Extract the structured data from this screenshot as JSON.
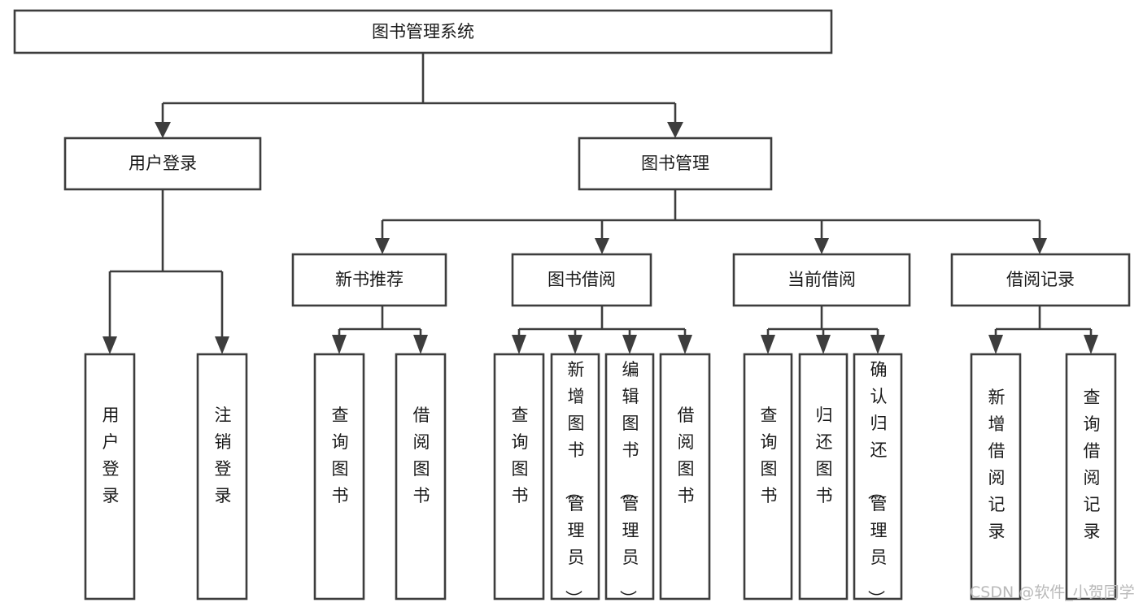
{
  "diagram": {
    "title": "图书管理系统",
    "type": "tree-hierarchy-chart",
    "colors": {
      "stroke": "#3d3d3d",
      "fill": "#ffffff",
      "text": "#1a1a1a",
      "watermark": "#b9b9b9"
    },
    "root": {
      "label": "图书管理系统"
    },
    "level2": [
      {
        "label": "用户登录"
      },
      {
        "label": "图书管理"
      }
    ],
    "level3": [
      {
        "label": "新书推荐"
      },
      {
        "label": "图书借阅"
      },
      {
        "label": "当前借阅"
      },
      {
        "label": "借阅记录"
      }
    ],
    "leaves_user_login": [
      {
        "label": "用户登录"
      },
      {
        "label": "注销登录"
      }
    ],
    "leaves_new_books": [
      {
        "label": "查询图书"
      },
      {
        "label": "借阅图书"
      }
    ],
    "leaves_borrow": [
      {
        "label": "查询图书"
      },
      {
        "label": "新增图书（管理员）"
      },
      {
        "label": "编辑图书（管理员）"
      },
      {
        "label": "借阅图书"
      }
    ],
    "leaves_current": [
      {
        "label": "查询图书"
      },
      {
        "label": "归还图书"
      },
      {
        "label": "确认归还（管理员）"
      }
    ],
    "leaves_records": [
      {
        "label": "新增借阅记录"
      },
      {
        "label": "查询借阅记录"
      }
    ]
  },
  "watermark": {
    "text": "CSDN @软件_小贺同学"
  }
}
